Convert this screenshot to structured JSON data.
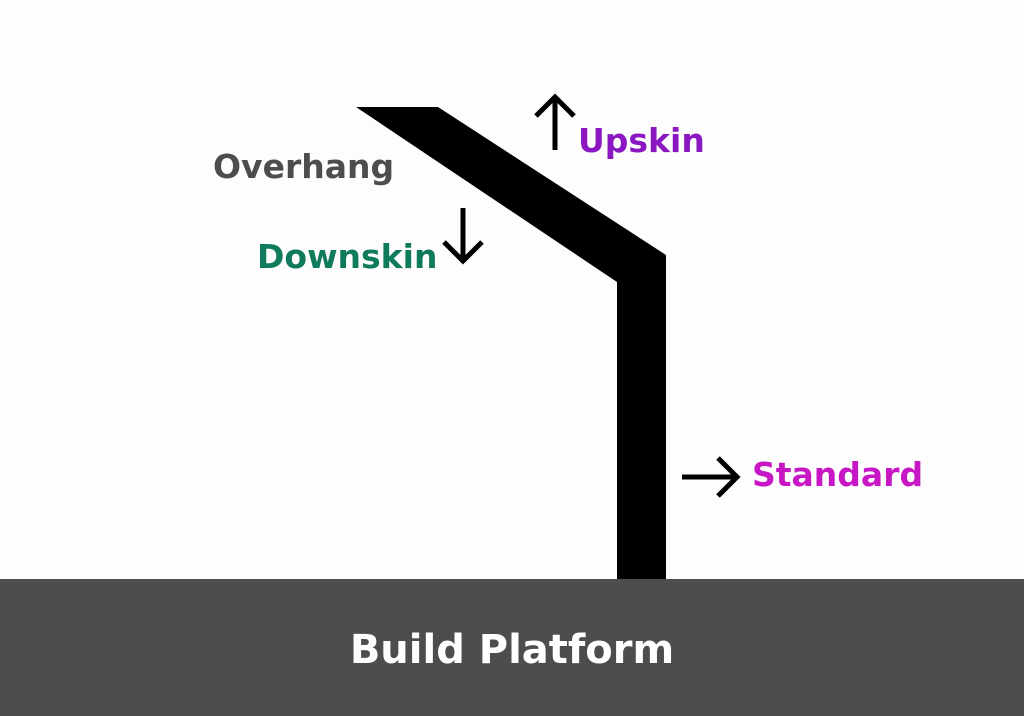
{
  "labels": {
    "overhang": "Overhang",
    "upskin": "Upskin",
    "downskin": "Downskin",
    "standard": "Standard",
    "platform": "Build Platform"
  },
  "colors": {
    "background": "#fdfdfd",
    "part": "#000000",
    "arrow": "#000000",
    "overhang": "#4d4d4d",
    "upskin": "#8a17c1",
    "downskin": "#107a5c",
    "standard": "#c716c4",
    "platform": "#4d4d4d",
    "platform_text": "#ffffff"
  },
  "icons": {
    "upskin": "arrow-up-icon",
    "downskin": "arrow-down-icon",
    "standard": "arrow-right-icon"
  }
}
